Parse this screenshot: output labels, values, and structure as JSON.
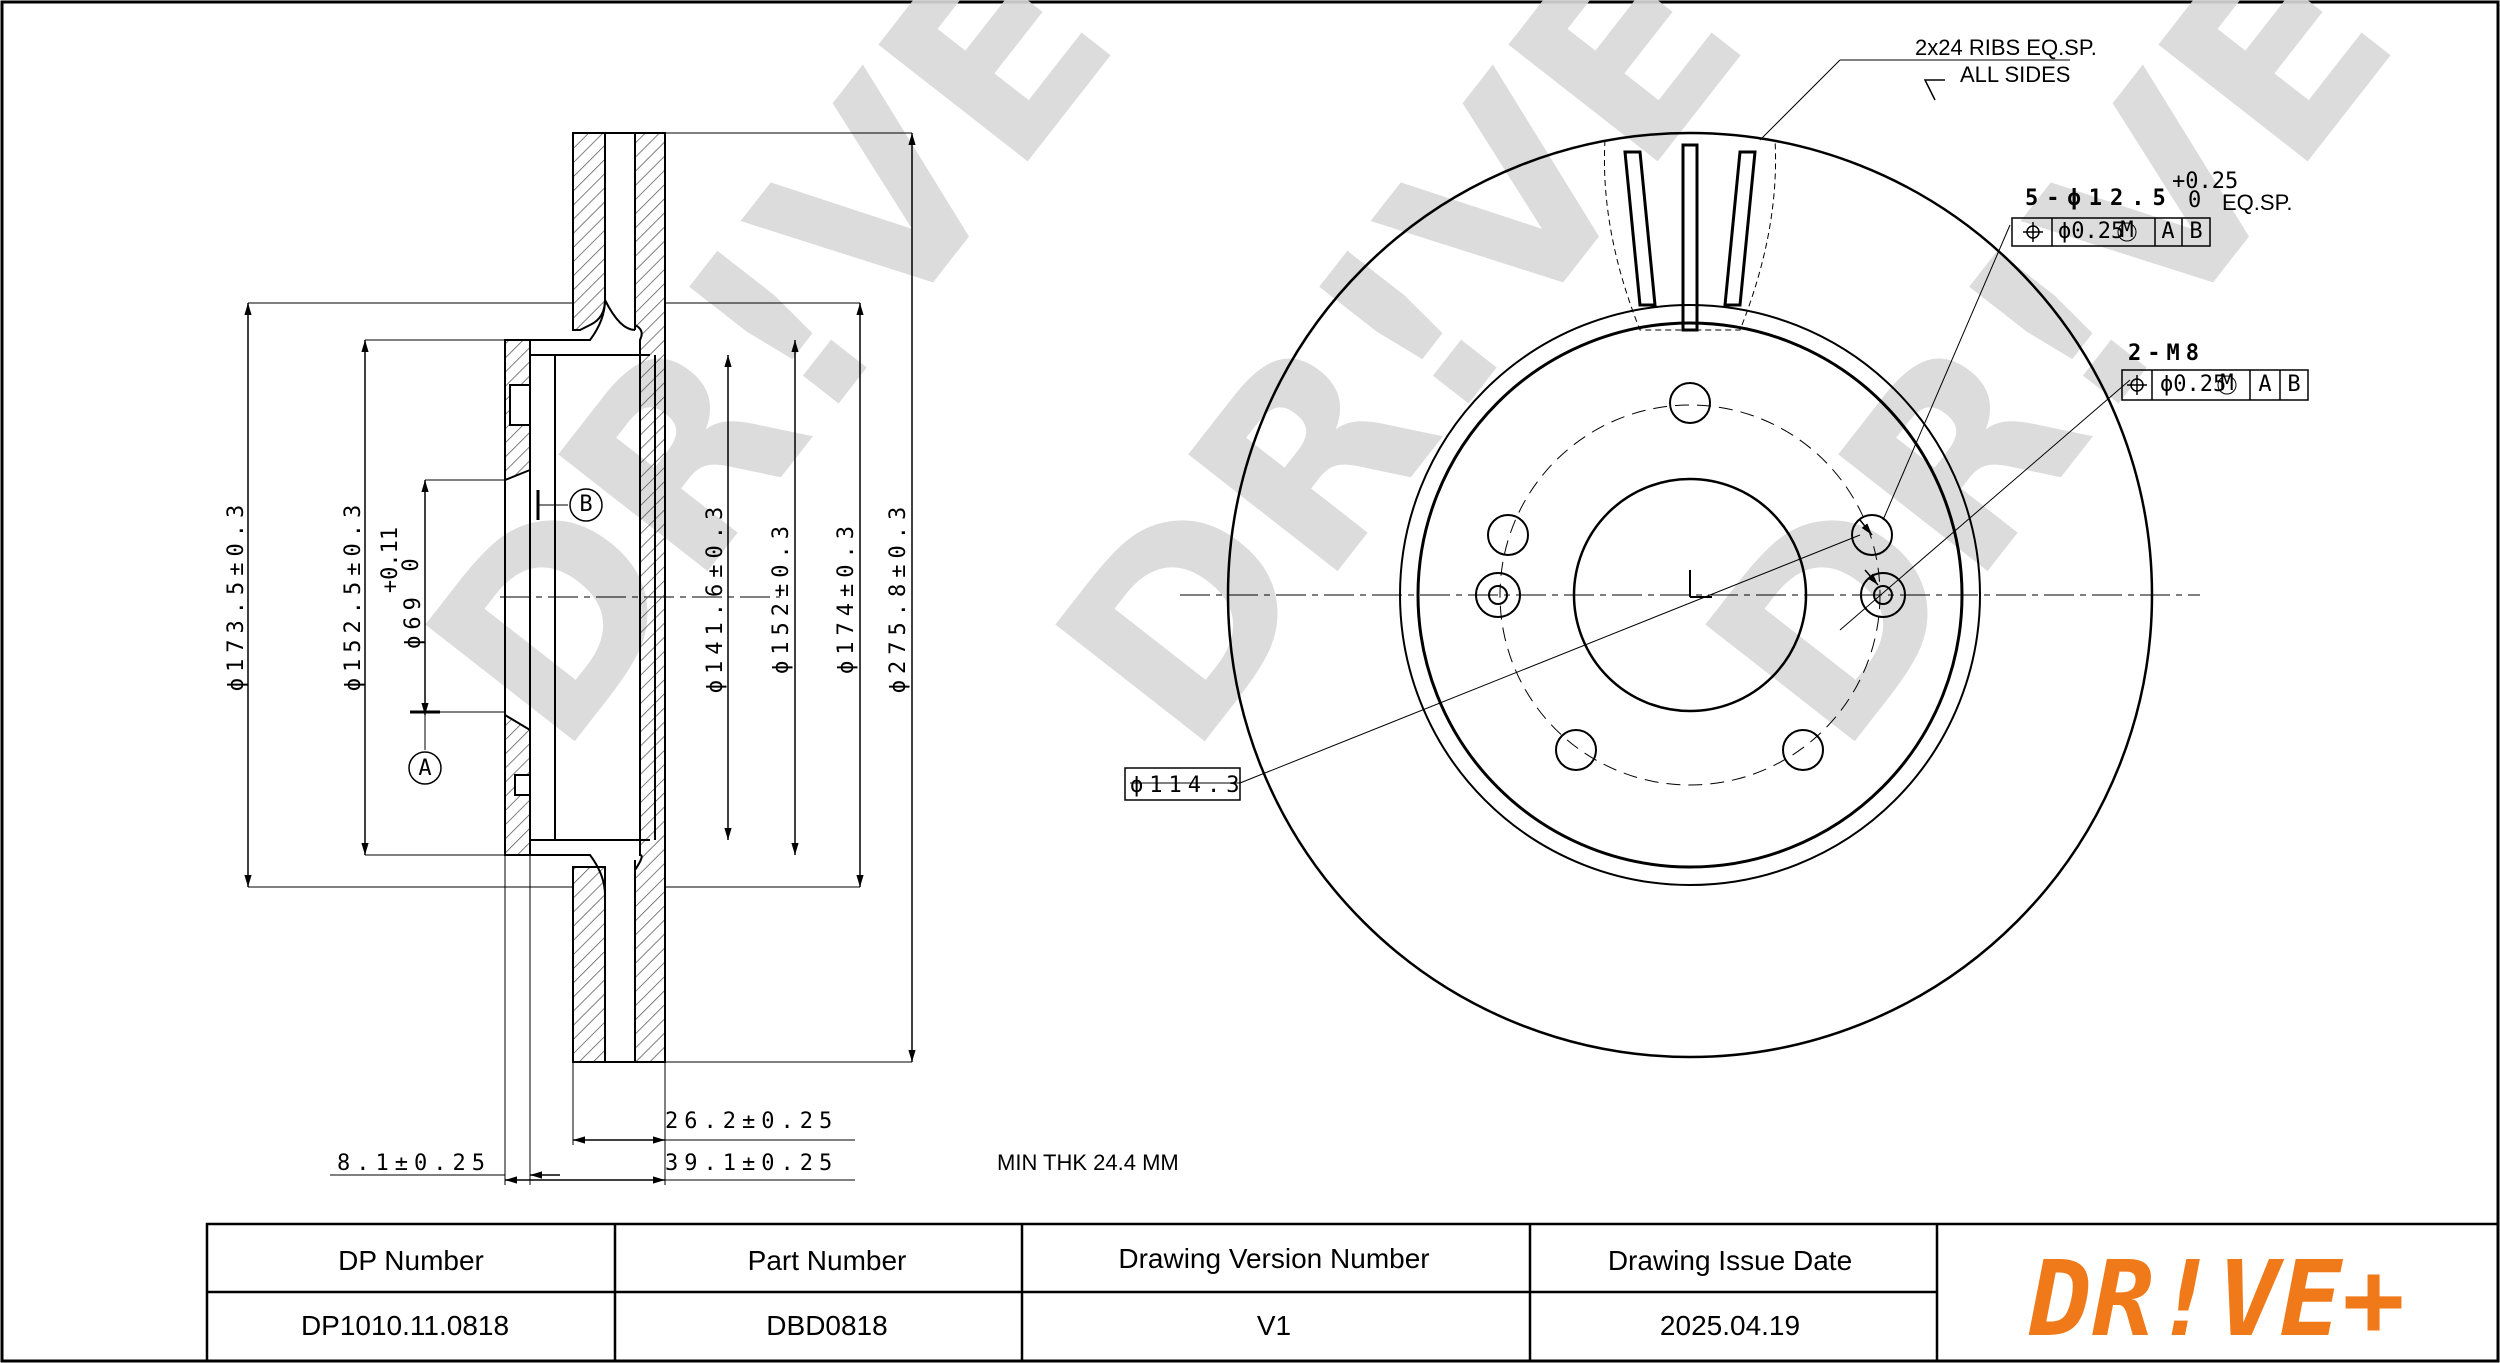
{
  "watermark": "DR!VE+",
  "side_view": {
    "dims": {
      "d1735": "ϕ173.5±0.3",
      "d1525": "ϕ152.5±0.3",
      "d69": "ϕ69",
      "d69_tol_upper": "+0.11",
      "d69_tol_lower": "0",
      "d1416": "ϕ141.6±0.3",
      "d152": "ϕ152±0.3",
      "d174": "ϕ174±0.3",
      "d2758": "ϕ275.8±0.3",
      "t262": "26.2±0.25",
      "t391": "39.1±0.25",
      "t81": "8.1±0.25"
    },
    "datum_a": "A",
    "datum_b": "B"
  },
  "front_view": {
    "ribs_note_line1": "2x24 RIBS EQ.SP.",
    "ribs_note_line2": "ALL SIDES",
    "holes_note": "5-ϕ12.5",
    "holes_tol_upper": "+0.25",
    "holes_tol_lower": "0",
    "holes_eqsp": "EQ.SP.",
    "holes_fcf": [
      "ϕ0.25",
      "M",
      "A",
      "B"
    ],
    "thread_note": "2-M8",
    "thread_fcf": [
      "ϕ0.25",
      "M",
      "A",
      "B"
    ],
    "pcd": "ϕ114.3"
  },
  "min_thk": "MIN THK 24.4 MM",
  "title_block": {
    "headers": [
      "DP Number",
      "Part Number",
      "Drawing Version Number",
      "Drawing Issue Date"
    ],
    "values": [
      "DP1010.11.0818",
      "DBD0818",
      "V1",
      "2025.04.19"
    ],
    "logo_text": "DR!VE+",
    "logo_color": "#f07a1a"
  }
}
